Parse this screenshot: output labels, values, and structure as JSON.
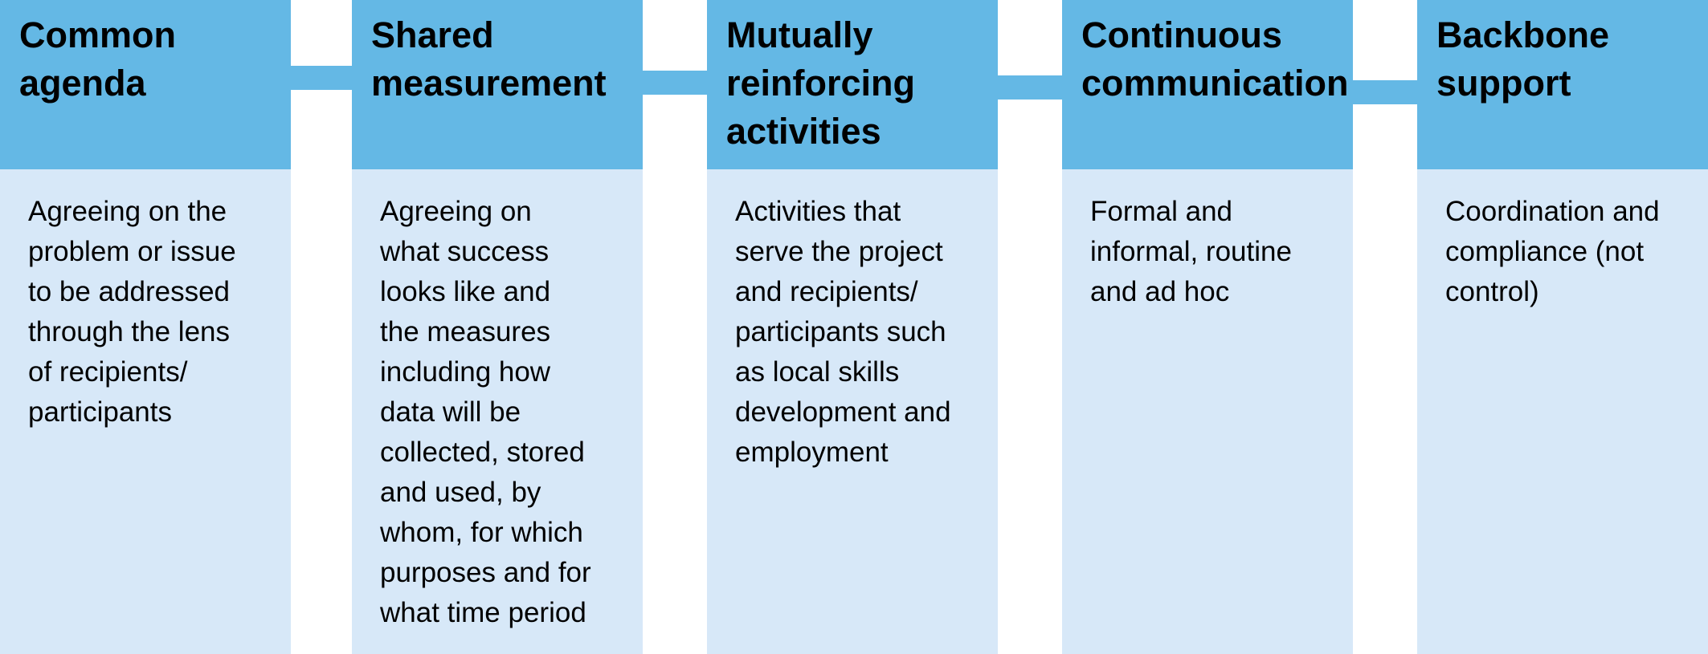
{
  "colors": {
    "header_fill": "#64b8e5",
    "body_fill": "#d7e8f8",
    "text": "#000000"
  },
  "columns": [
    {
      "heading": "Common\nagenda",
      "description": "Agreeing on the\nproblem or issue\nto be addressed\nthrough the lens\nof recipients/\nparticipants"
    },
    {
      "heading": "Shared\nmeasurement",
      "description": "Agreeing on\nwhat success\nlooks like and\nthe measures\nincluding how\ndata will be\ncollected, stored\nand used, by\nwhom, for which\npurposes and for\nwhat time period"
    },
    {
      "heading": "Mutually\nreinforcing\nactivities",
      "description": "Activities that\nserve the project\nand recipients/\nparticipants such\nas local skills\ndevelopment and\nemployment"
    },
    {
      "heading": "Continuous\ncommunication",
      "description": "Formal and\ninformal, routine\nand ad hoc"
    },
    {
      "heading": "Backbone\nsupport",
      "description": "Coordination and\ncompliance (not\ncontrol)"
    }
  ]
}
